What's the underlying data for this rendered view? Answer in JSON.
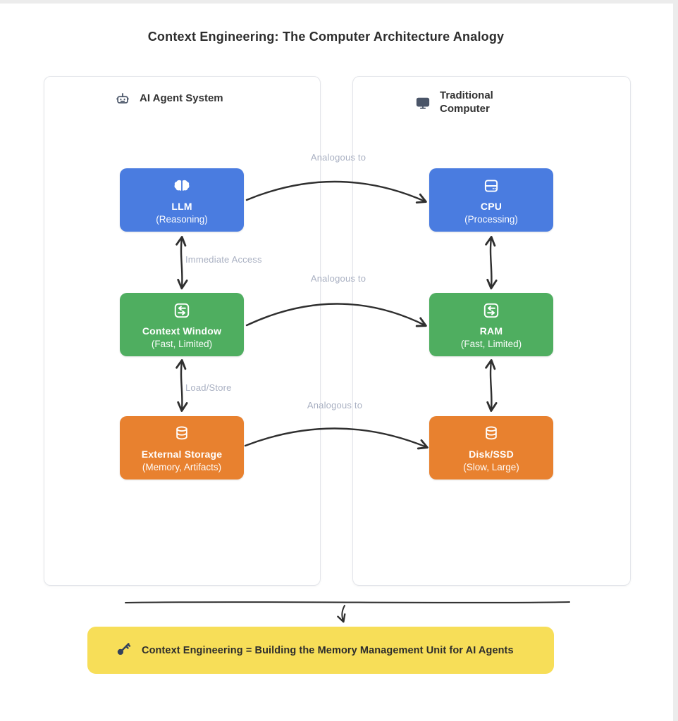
{
  "title": "Context Engineering: The Computer Architecture Analogy",
  "panels": {
    "left": {
      "header": "AI Agent System",
      "icon": "robot-icon"
    },
    "right": {
      "header": "Traditional Computer",
      "icon": "monitor-icon"
    }
  },
  "nodes": {
    "llm": {
      "label": "LLM",
      "sublabel": "(Reasoning)",
      "icon": "brain-icon",
      "color": "#4a7ce0"
    },
    "context_window": {
      "label": "Context Window",
      "sublabel": "(Fast, Limited)",
      "icon": "transfer-icon",
      "color": "#4fae60"
    },
    "external_storage": {
      "label": "External Storage",
      "sublabel": "(Memory, Artifacts)",
      "icon": "database-icon",
      "color": "#e8812f"
    },
    "cpu": {
      "label": "CPU",
      "sublabel": "(Processing)",
      "icon": "cpu-icon",
      "color": "#4a7ce0"
    },
    "ram": {
      "label": "RAM",
      "sublabel": "(Fast, Limited)",
      "icon": "transfer-icon",
      "color": "#4fae60"
    },
    "disk": {
      "label": "Disk/SSD",
      "sublabel": "(Slow, Large)",
      "icon": "database-icon",
      "color": "#e8812f"
    }
  },
  "edges": {
    "analogous_label": "Analogous to",
    "immediate_access_label": "Immediate Access",
    "load_store_label": "Load/Store"
  },
  "footer": {
    "icon": "key-icon",
    "text": "Context Engineering = Building the Memory Management Unit for AI Agents"
  },
  "colors": {
    "blue": "#4a7ce0",
    "green": "#4fae60",
    "orange": "#e8812f",
    "yellow": "#f7de58",
    "edge_label": "#a9b0c2",
    "arrow": "#2f2f2f",
    "panel_border": "#e3e5ea",
    "header_text": "#323232"
  }
}
